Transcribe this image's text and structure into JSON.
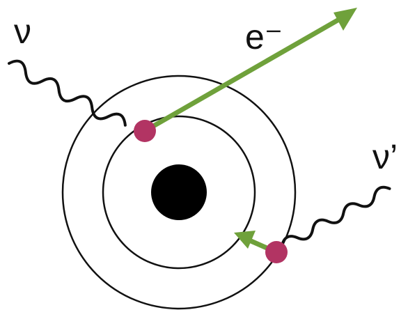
{
  "diagram": {
    "labels": {
      "incoming_photon": "ν",
      "electron": "e⁻",
      "outgoing_photon": "ν’"
    },
    "colors": {
      "background": "#ffffff",
      "shell_stroke": "#111111",
      "nucleus": "#000000",
      "electron_dot": "#b23463",
      "arrow": "#6fa13b",
      "photon_wave": "#111111"
    },
    "elements": {
      "nucleus": "nucleus",
      "inner_shell": "inner-shell",
      "outer_shell": "outer-shell",
      "ejected_electron": "ejected-electron",
      "transition_electron": "transition-electron"
    }
  }
}
